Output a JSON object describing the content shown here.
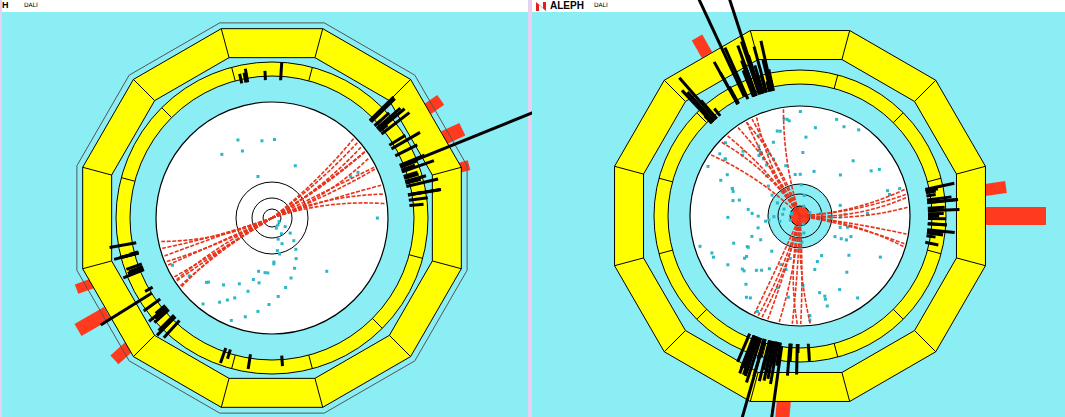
{
  "diagram": {
    "labels": [
      "H",
      "DALI",
      "ALEPH",
      "DALI"
    ]
  }
}
